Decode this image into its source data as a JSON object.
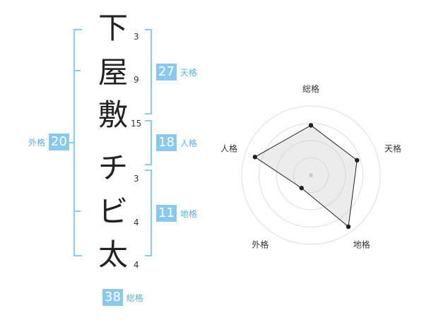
{
  "surname": [
    {
      "char": "下",
      "strokes": "3"
    },
    {
      "char": "屋",
      "strokes": "9"
    },
    {
      "char": "敷",
      "strokes": "15"
    }
  ],
  "given": [
    {
      "char": "チ",
      "strokes": "3"
    },
    {
      "char": "ビ",
      "strokes": "4"
    },
    {
      "char": "太",
      "strokes": "4"
    }
  ],
  "kaku": {
    "tenkaku": {
      "value": "27",
      "label": "天格"
    },
    "jinkaku": {
      "value": "18",
      "label": "人格"
    },
    "chikaku": {
      "value": "11",
      "label": "地格"
    },
    "gaikaku": {
      "value": "20",
      "label": "外格"
    },
    "soukaku": {
      "value": "38",
      "label": "総格"
    }
  },
  "colors": {
    "accent": "#89c8ef",
    "accent_text": "#5aafe3",
    "bracket": "#8ccbef"
  },
  "chart_data": {
    "type": "radar",
    "axes": [
      "総格",
      "天格",
      "地格",
      "外格",
      "人格"
    ],
    "values": [
      0.72,
      0.7,
      0.92,
      0.23,
      0.85
    ],
    "rlim": [
      0,
      1
    ],
    "rings": 4
  }
}
